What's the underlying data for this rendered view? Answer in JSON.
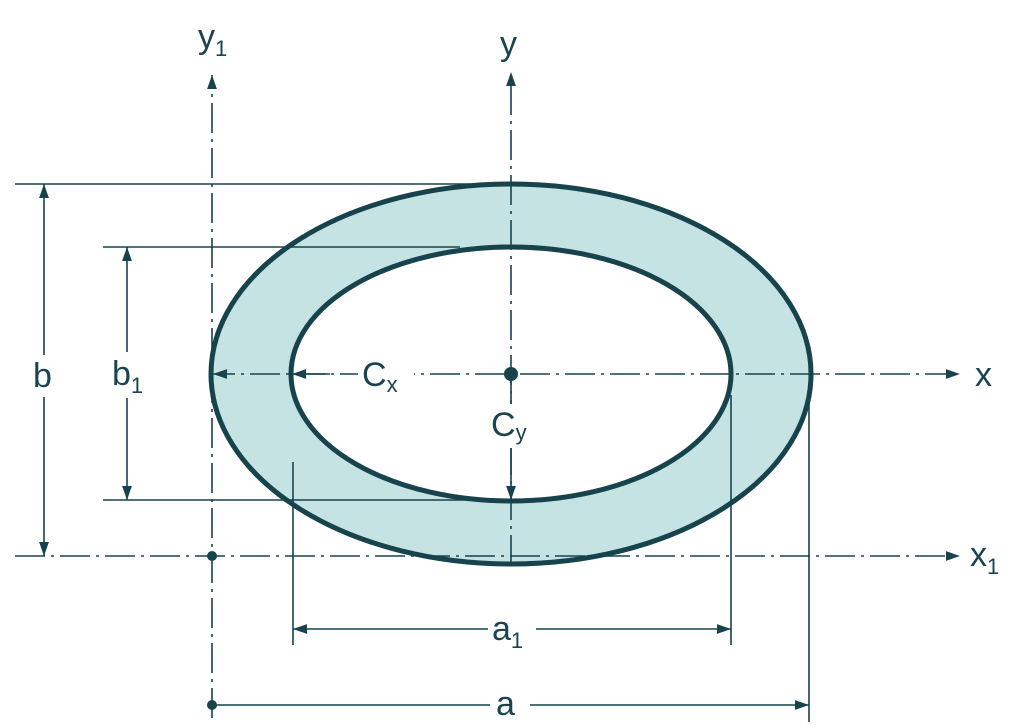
{
  "colors": {
    "stroke": "#17434d",
    "fill": "#c5e3e3",
    "background": "#ffffff"
  },
  "labels": {
    "y1": {
      "main": "y",
      "sub": "1"
    },
    "y": {
      "main": "y"
    },
    "x": {
      "main": "x"
    },
    "x1": {
      "main": "x",
      "sub": "1"
    },
    "b": {
      "main": "b"
    },
    "b1": {
      "main": "b",
      "sub": "1"
    },
    "cx": {
      "main": "C",
      "sub": "x"
    },
    "cy": {
      "main": "C",
      "sub": "y"
    },
    "a1": {
      "main": "a",
      "sub": "1"
    },
    "a": {
      "main": "a"
    }
  }
}
